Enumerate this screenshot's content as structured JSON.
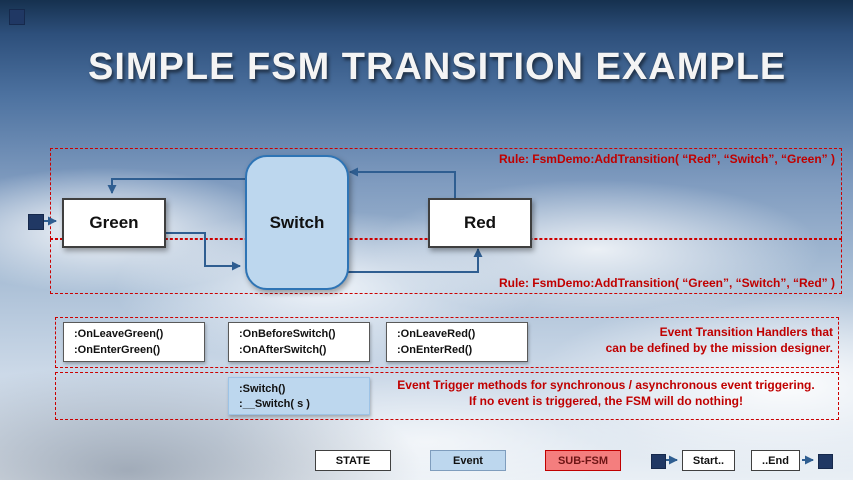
{
  "title": "SIMPLE FSM TRANSITION EXAMPLE",
  "diagram": {
    "rule_top": "Rule: FsmDemo:AddTransition( “Red”, “Switch”, “Green” )",
    "rule_bottom": "Rule: FsmDemo:AddTransition( “Green”, “Switch”, “Red” )",
    "state_green": "Green",
    "event_switch": "Switch",
    "state_red": "Red"
  },
  "handlers": {
    "green_box": {
      "line1": ":OnLeaveGreen()",
      "line2": ":OnEnterGreen()"
    },
    "switch_box": {
      "line1": ":OnBeforeSwitch()",
      "line2": ":OnAfterSwitch()"
    },
    "red_box": {
      "line1": ":OnLeaveRed()",
      "line2": ":OnEnterRed()"
    },
    "note_line1": "Event Transition Handlers that",
    "note_line2": "can be defined by the mission designer."
  },
  "triggers": {
    "box": {
      "line1": ":Switch()",
      "line2": ":__Switch( s )"
    },
    "note_line1": "Event Trigger methods for synchronous / asynchronous event triggering.",
    "note_line2": "If no event is triggered, the FSM will do nothing!"
  },
  "legend": {
    "state_label": "STATE",
    "event_label": "Event",
    "subfsm_label": "SUB-FSM",
    "start_label": "Start..",
    "end_label": "..End"
  },
  "colors": {
    "rule_red": "#c00000",
    "event_fill": "#bdd7ee",
    "navy": "#203864",
    "arrow_blue": "#2f5e91",
    "subfsm_fill": "#f47e7e"
  }
}
